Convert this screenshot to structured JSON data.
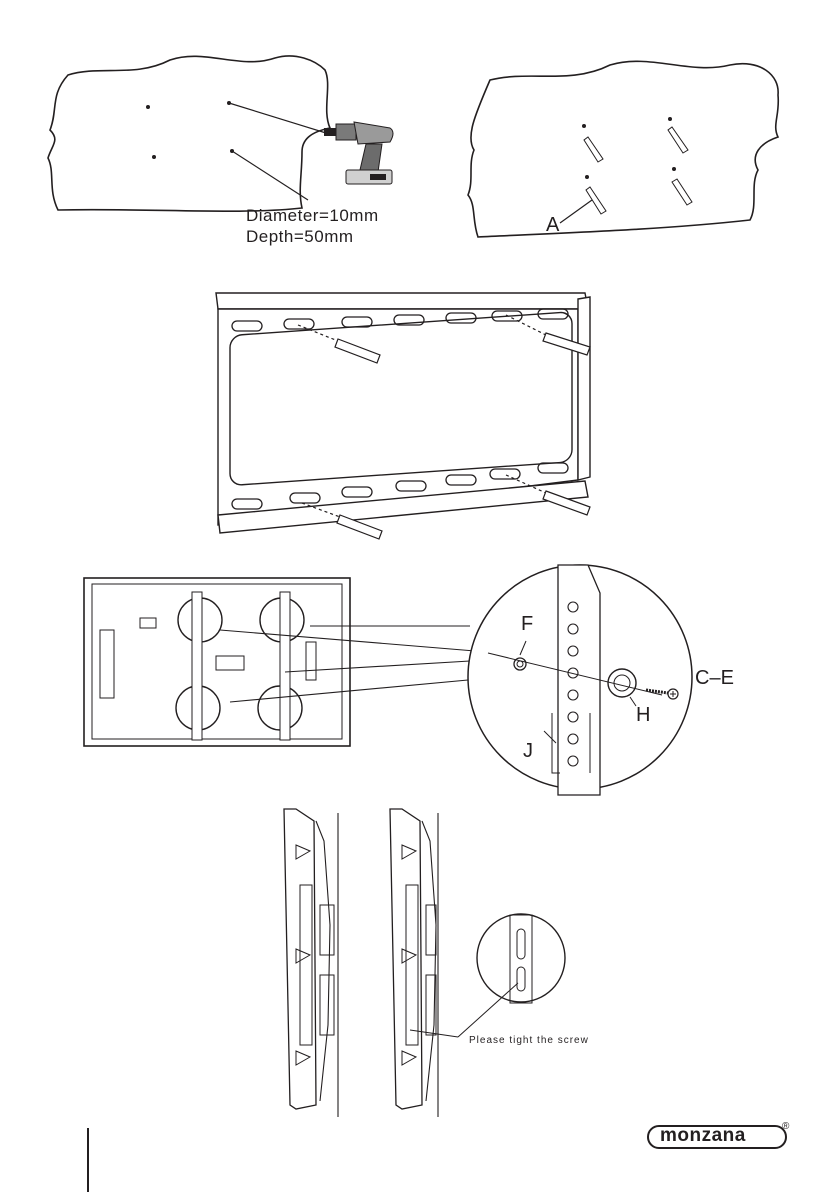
{
  "step1": {
    "diameter_label": "Diameter=10mm",
    "depth_label": "Depth=50mm"
  },
  "step2": {
    "anchor_label": "A"
  },
  "step4": {
    "label_f": "F",
    "label_h": "H",
    "label_ce": "C–E",
    "label_j": "J"
  },
  "step5": {
    "note": "Please tight the screw"
  },
  "brand": {
    "name": "monzana",
    "mark": "®",
    "color": "#231f20"
  },
  "icons": [
    "drill-icon",
    "wall-anchor-icon",
    "screw-icon",
    "washer-icon",
    "spacer-icon"
  ]
}
